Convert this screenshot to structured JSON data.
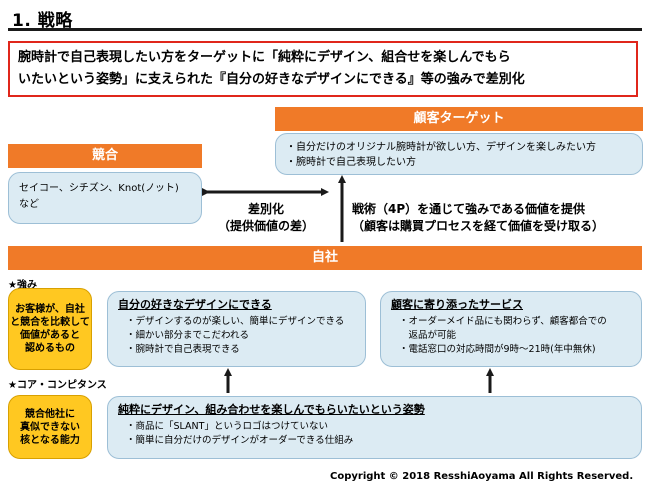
{
  "title": "1. 戦略",
  "headline": {
    "line1": "腕時計で自己表現したい方をターゲットに「純粋にデザイン、組合せを楽しんでもら",
    "line2": "いたいという姿勢」に支えられた『自分の好きなデザインにできる』等の強みで差別化"
  },
  "competition": {
    "header": "競合",
    "line1": "セイコー、シチズン、Knot(ノット)",
    "line2": "など"
  },
  "target": {
    "header": "顧客ターゲット",
    "items": [
      "・自分だけのオリジナル腕時計が欲しい方、デザインを楽しみたい方",
      "・腕時計で自己表現したい方"
    ]
  },
  "differentiation": {
    "line1": "差別化",
    "line2": "（提供価値の差）"
  },
  "value_delivery": {
    "line1": "戦術（4P）を通じて強みである価値を提供",
    "line2": "（顧客は購買プロセスを経て価値を受け取る）"
  },
  "company": {
    "label": "自社"
  },
  "strengths": {
    "label": "★強み",
    "note": [
      "お客様が、自社",
      "と競合を比較して",
      "価値があると",
      "認めるもの"
    ],
    "box1": {
      "heading": "自分の好きなデザインにできる",
      "items": [
        "・デザインするのが楽しい、簡単にデザインできる",
        "・細かい部分までこだわれる",
        "・腕時計で自己表現できる"
      ]
    },
    "box2": {
      "heading": "顧客に寄り添ったサービス",
      "items": [
        "・オーダーメイド品にも関わらず、顧客都合での",
        "　返品が可能",
        "・電話窓口の対応時間が9時～21時(年中無休)"
      ]
    }
  },
  "core": {
    "label": "★コア・コンピタンス",
    "note": [
      "競合他社に",
      "真似できない",
      "核となる能力"
    ],
    "heading": "純粋にデザイン、組み合わせを楽しんでもらいたいという姿勢",
    "items": [
      "・商品に「SLANT」というロゴはつけていない",
      "・簡単に自分だけのデザインがオーダーできる仕組み"
    ]
  },
  "copyright": "Copyright © 2018 ResshiAoyama All Rights Reserved.",
  "colors": {
    "orange": "#f07a28",
    "blue_box": "#dcebf3",
    "yellow": "#ffc821",
    "headline_border": "#e0261b"
  }
}
